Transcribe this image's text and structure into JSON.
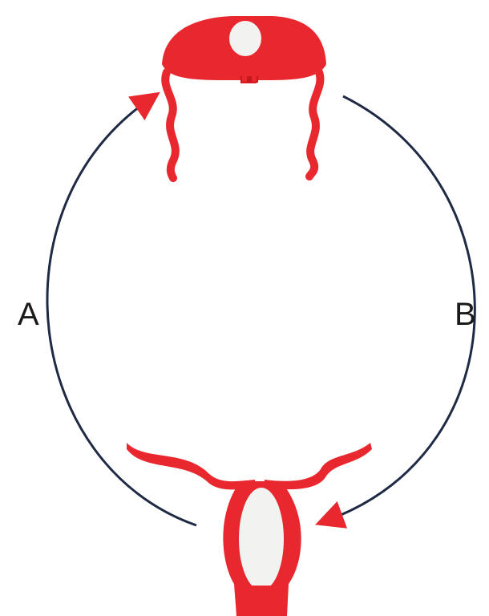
{
  "labels": {
    "left_arc": "A",
    "right_arc": "B"
  },
  "colors": {
    "tissue": "#e8282e",
    "tissue_dark": "#c41a1f",
    "lumen": "#f2f2f0",
    "arrow": "#1f2a44",
    "arrowhead": "#e8282e",
    "background": "#ffffff"
  },
  "icons": {
    "top_structure": "sectioned-tube-cap",
    "bottom_structure": "vesicle-with-wings"
  }
}
